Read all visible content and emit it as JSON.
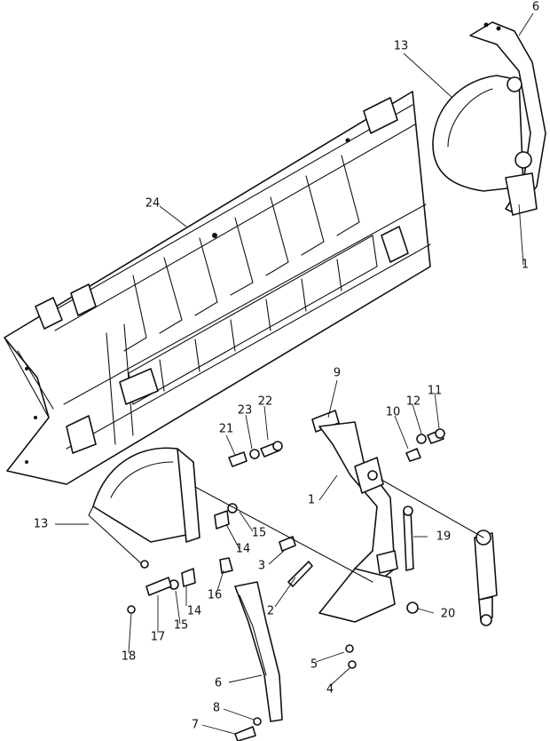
{
  "callouts": {
    "n1a": "1",
    "n1b": "1",
    "n2": "2",
    "n3": "3",
    "n4": "4",
    "n5": "5",
    "n6a": "6",
    "n6b": "6",
    "n7": "7",
    "n8": "8",
    "n9": "9",
    "n10": "10",
    "n11": "11",
    "n12": "12",
    "n13a": "13",
    "n13b": "13",
    "n14a": "14",
    "n14b": "14",
    "n15a": "15",
    "n15b": "15",
    "n16": "16",
    "n17": "17",
    "n18": "18",
    "n19": "19",
    "n20": "20",
    "n21": "21",
    "n22": "22",
    "n23": "23",
    "n24": "24"
  }
}
